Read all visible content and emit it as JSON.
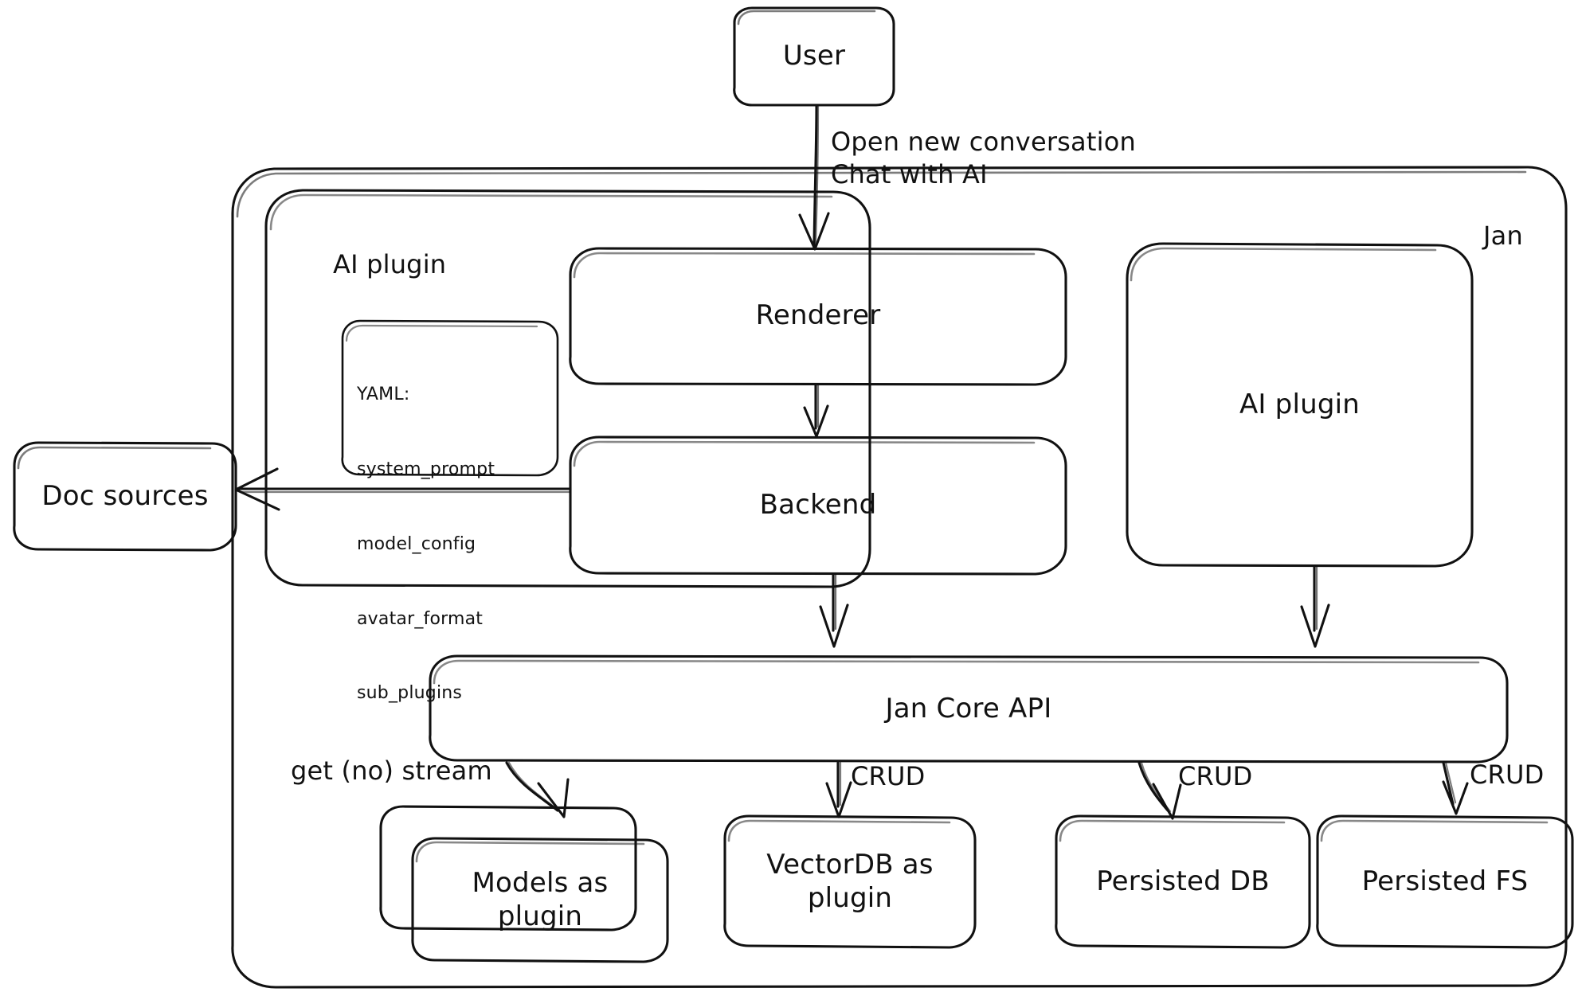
{
  "diagram": {
    "title": "Jan architecture sketch",
    "style": "hand-drawn whiteboard",
    "stroke_color": "#111111",
    "background_color": "#ffffff"
  },
  "containers": [
    {
      "id": "jan",
      "label": "Jan",
      "label_position": "top-right"
    },
    {
      "id": "ai-plugin-group",
      "label": "AI plugin",
      "label_position": "top-left"
    }
  ],
  "nodes": {
    "user": {
      "label": "User"
    },
    "renderer": {
      "label": "Renderer"
    },
    "backend": {
      "label": "Backend"
    },
    "ai_plugin": {
      "label": "AI plugin"
    },
    "doc_sources": {
      "label": "Doc sources"
    },
    "jan_core_api": {
      "label": "Jan Core API"
    },
    "models_plugin": {
      "label": "Models as\nplugin"
    },
    "vectordb_plugin": {
      "label": "VectorDB as\nplugin"
    },
    "persisted_db": {
      "label": "Persisted DB"
    },
    "persisted_fs": {
      "label": "Persisted FS"
    }
  },
  "yaml_note": {
    "heading": "YAML:",
    "keys": [
      "system_prompt",
      "model_config",
      "avatar_format",
      "sub_plugins"
    ]
  },
  "edge_labels": {
    "user_to_renderer": "Open new conversation\nChat with AI",
    "api_to_models": "get (no) stream",
    "api_to_vectordb": "CRUD",
    "api_to_persisted_db": "CRUD",
    "api_to_persisted_fs": "CRUD"
  },
  "edges": [
    {
      "from": "user",
      "to": "renderer",
      "label": "Open new conversation / Chat with AI"
    },
    {
      "from": "renderer",
      "to": "backend",
      "label": ""
    },
    {
      "from": "backend",
      "to": "doc_sources",
      "label": ""
    },
    {
      "from": "backend",
      "to": "jan_core_api",
      "label": ""
    },
    {
      "from": "ai_plugin",
      "to": "jan_core_api",
      "label": ""
    },
    {
      "from": "jan_core_api",
      "to": "models_plugin",
      "label": "get (no) stream"
    },
    {
      "from": "jan_core_api",
      "to": "vectordb_plugin",
      "label": "CRUD"
    },
    {
      "from": "jan_core_api",
      "to": "persisted_db",
      "label": "CRUD"
    },
    {
      "from": "jan_core_api",
      "to": "persisted_fs",
      "label": "CRUD"
    }
  ]
}
